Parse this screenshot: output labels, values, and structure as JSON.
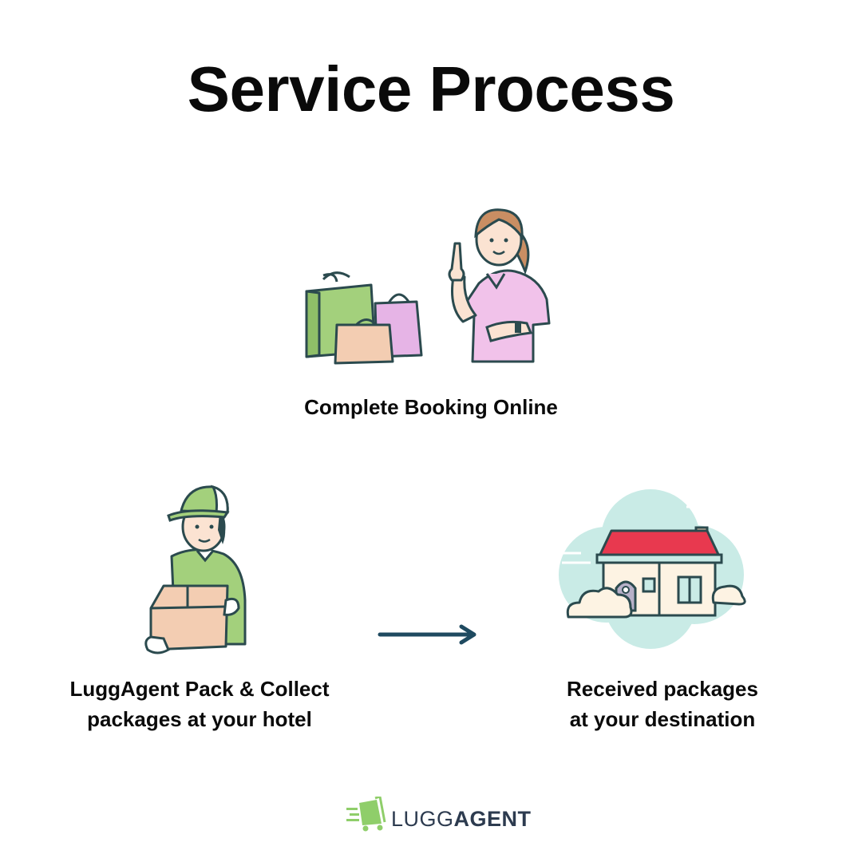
{
  "title": "Service Process",
  "steps": [
    {
      "caption": "Complete Booking Online"
    },
    {
      "caption_line1": "LuggAgent Pack & Collect",
      "caption_line2": "packages at your hotel"
    },
    {
      "caption_line1": "Received packages",
      "caption_line2": "at your destination"
    }
  ],
  "brand": {
    "name_light": "LUGG",
    "name_bold": "AGENT",
    "accent": "#8fce6a",
    "dark": "#2d3b4f"
  },
  "colors": {
    "arrow": "#1f4a60",
    "roof": "#e8394f",
    "cloud": "#c9ebe6"
  }
}
